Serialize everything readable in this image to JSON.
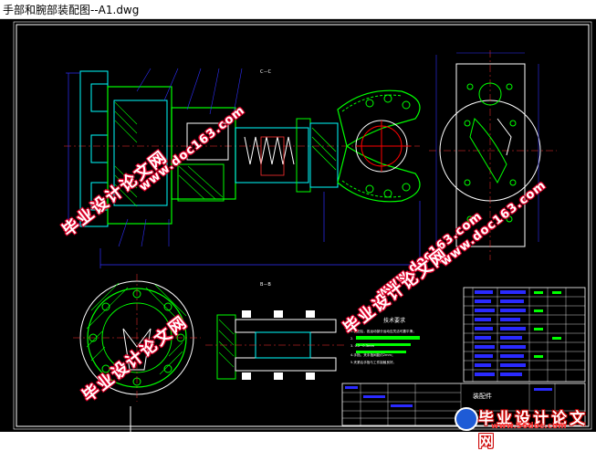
{
  "window": {
    "title": "手部和腕部装配图--A1.dwg"
  },
  "drawing": {
    "section_label": "B－B",
    "cc_label": "C－C",
    "tech_req_title": "技术要求",
    "tech_req_lines": [
      "1.装配后，各运动部分运动应灵活可靠平滑；",
      "2.",
      "3.                    0.2~0.3mm",
      "4.手指，夹手指间距约2mm；",
      "5.夹紧后手指与工件接触良好。"
    ],
    "title_block_name": "装配件"
  },
  "watermarks": [
    {
      "text": "毕业设计论文网"
    },
    {
      "text": "www.doc163.com"
    }
  ],
  "logo": {
    "cn": "毕业设计论文网",
    "url": "www.56doc.com"
  },
  "colors": {
    "background": "#000000",
    "green": "#00ff00",
    "cyan": "#00ffff",
    "blue": "#3030ff",
    "white": "#ffffff",
    "red": "#ff0000"
  }
}
